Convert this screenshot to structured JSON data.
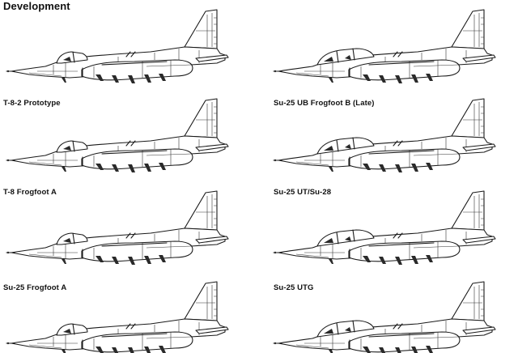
{
  "page_title": "Development",
  "aircraft": [
    {
      "caption": "T-8-2 Prototype",
      "cockpit": "single"
    },
    {
      "caption": "T-8 Frogfoot A",
      "cockpit": "single"
    },
    {
      "caption": "Su-25 Frogfoot A",
      "cockpit": "single"
    },
    {
      "caption": "",
      "cockpit": "single"
    },
    {
      "caption": "Su-25 UB Frogfoot B  (Late)",
      "cockpit": "tandem"
    },
    {
      "caption": "Su-25 UT/Su-28",
      "cockpit": "tandem"
    },
    {
      "caption": "Su-25 UTG",
      "cockpit": "tandem"
    },
    {
      "caption": "",
      "cockpit": "tandem"
    }
  ]
}
